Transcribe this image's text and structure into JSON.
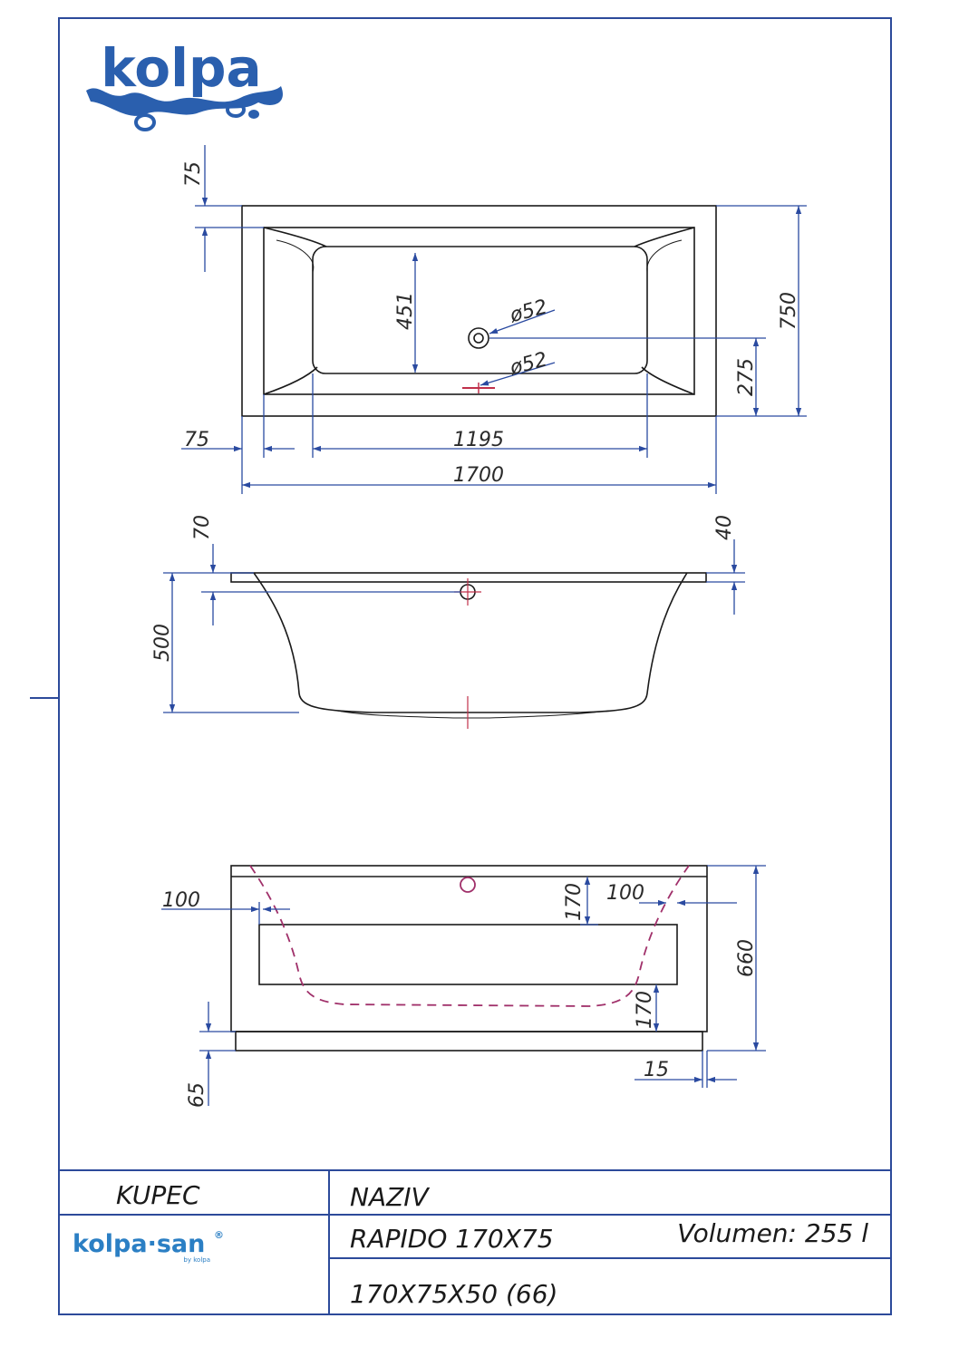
{
  "brand": {
    "logo_text": "kolpa",
    "footer_logo_text": "kolpa·san",
    "footer_logo_sub": "by kolpa",
    "registered_mark": "®",
    "color": "#2a5fae",
    "footer_color": "#2b7fc4"
  },
  "top_view": {
    "dim_rim_top": "75",
    "dim_inner_height": "451",
    "dim_drain_dia": "ø52",
    "dim_overflow_dia": "ø52",
    "dim_total_width": "750",
    "dim_drain_offset": "275",
    "dim_rim_side": "75",
    "dim_inner_length": "1195",
    "dim_total_length": "1700"
  },
  "side_view": {
    "dim_rim_left": "70",
    "dim_rim_right": "40",
    "dim_depth": "500"
  },
  "front_view": {
    "dim_left_inset": "100",
    "dim_right_inset": "100",
    "dim_top_band": "170",
    "dim_bottom_band": "170",
    "dim_total_height": "660",
    "dim_base": "65",
    "dim_base_offset": "15"
  },
  "title_block": {
    "customer_label": "KUPEC",
    "name_label": "NAZIV",
    "model": "RAPIDO  170X75",
    "volume": "Volumen:  255  l",
    "size": "170X75X50  (66)"
  },
  "colors": {
    "frame": "#2c4a9a",
    "dim_line": "#2a4aa0",
    "outline": "#1a1a1a",
    "hidden_line": "#a0306a"
  }
}
